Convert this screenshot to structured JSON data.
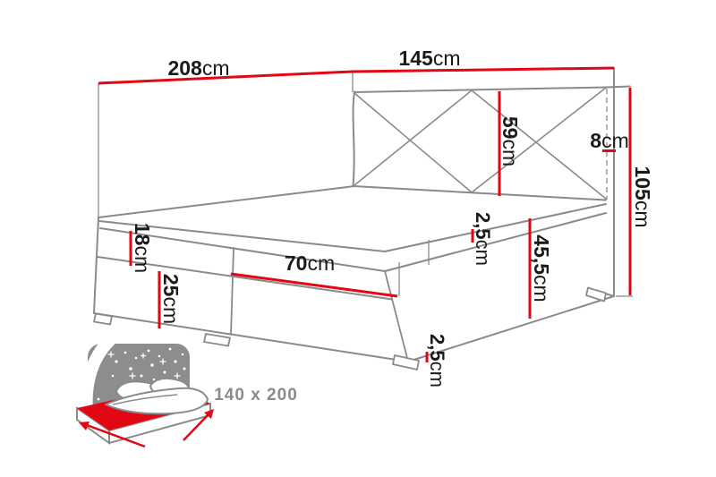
{
  "colors": {
    "accent": "#e30613",
    "outline": "#8a8a8a",
    "thin_outline": "#9b9b9b",
    "text": "#1a1a1a",
    "icon_gray": "#8d8d8d",
    "badge_text": "#8a8a8a"
  },
  "dimensions": {
    "total_length": {
      "value": "208",
      "unit": "cm"
    },
    "total_width": {
      "value": "145",
      "unit": "cm"
    },
    "headboard_panel_height": {
      "value": "59",
      "unit": "cm"
    },
    "headboard_thickness": {
      "value": "8",
      "unit": "cm"
    },
    "headboard_height": {
      "value": "105",
      "unit": "cm"
    },
    "topper_thickness": {
      "value": "2,5",
      "unit": "cm"
    },
    "base_side_height": {
      "value": "45,5",
      "unit": "cm"
    },
    "mattress_height": {
      "value": "18",
      "unit": "cm"
    },
    "box_height": {
      "value": "25",
      "unit": "cm"
    },
    "drawer_width": {
      "value": "70",
      "unit": "cm"
    },
    "feet_height": {
      "value": "2,5",
      "unit": "cm"
    }
  },
  "icon": {
    "size_label": "140 x 200"
  }
}
